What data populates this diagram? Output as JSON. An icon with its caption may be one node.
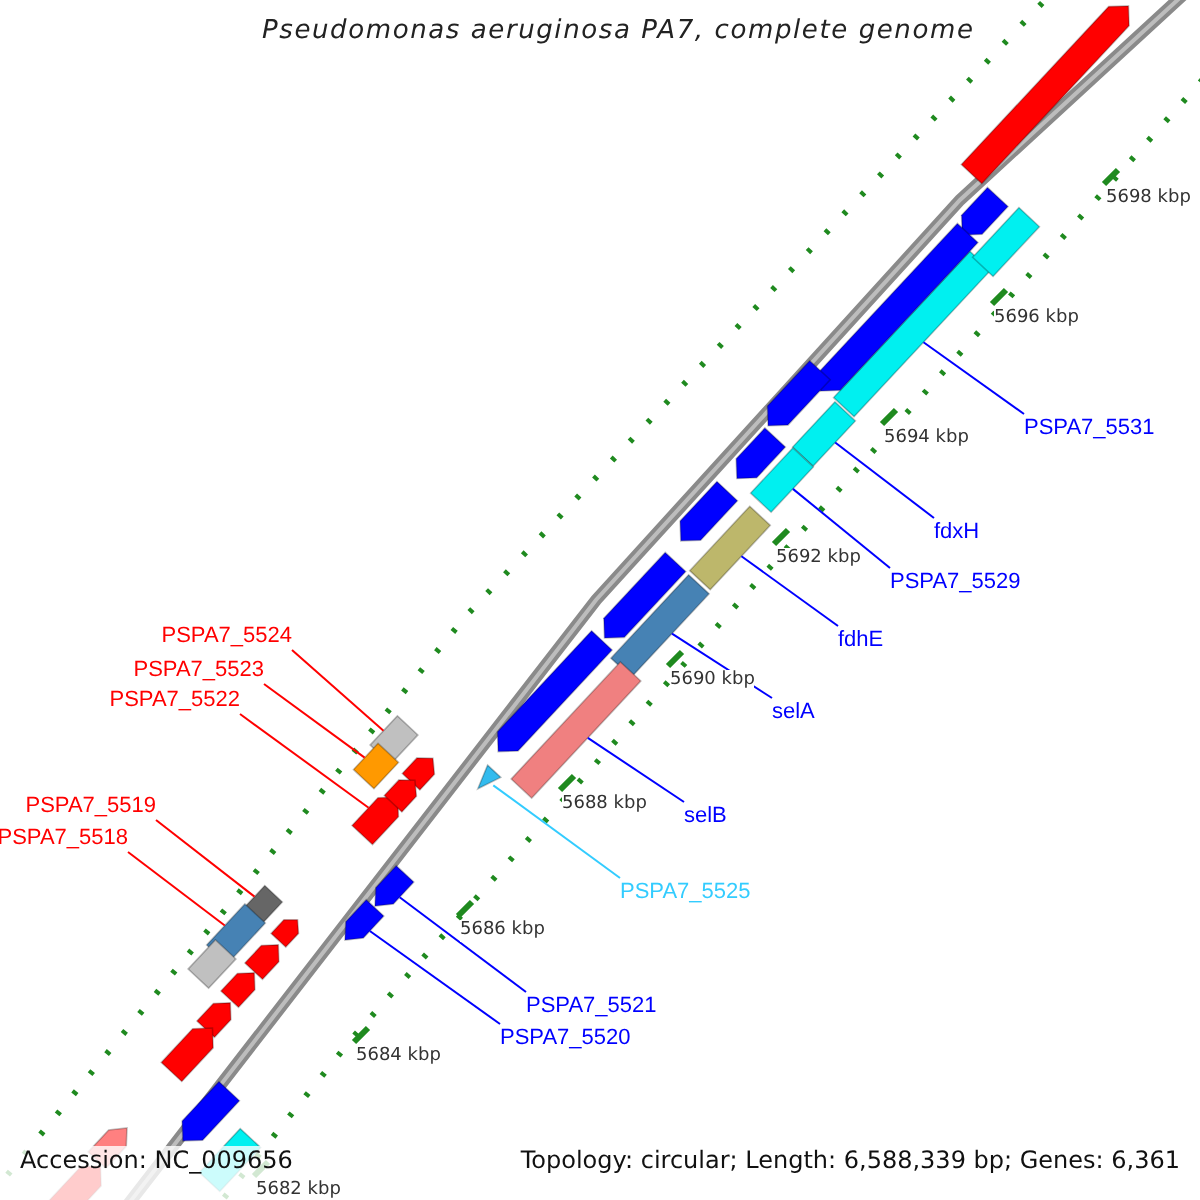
{
  "diagram": {
    "title": "Pseudomonas aeruginosa PA7, complete genome",
    "nodes": [
      {
        "text": [
          "PSPA7_5531"
        ]
      },
      {
        "text": [],
        "shape": "bar"
      },
      {
        "text": [
          "fdxH"
        ]
      },
      {
        "text": [],
        "shape": "bar"
      },
      {
        "text": [
          "PSPA7_5529"
        ]
      },
      {
        "text": [],
        "shape": "bar"
      },
      {
        "text": [
          "fdhE"
        ]
      },
      {
        "text": [],
        "shape": "bar"
      },
      {
        "text": [
          "selA"
        ]
      },
      {
        "text": [],
        "shape": "bar"
      },
      {
        "text": [
          "PSPA7_5524"
        ]
      },
      {
        "text": [],
        "shape": "bar"
      },
      {
        "text": [
          "PSPA7_5523"
        ]
      },
      {
        "text": [],
        "shape": "bar"
      },
      {
        "text": [
          "PSPA7_5522"
        ]
      },
      {
        "text": [],
        "shape": "pentagon"
      },
      {
        "text": [
          "selB"
        ]
      },
      {
        "text": [],
        "shape": "bar"
      },
      {
        "text": [
          "PSPA7_5519"
        ]
      },
      {
        "text": [],
        "shape": "bar"
      },
      {
        "text": [
          "PSPA7_5518"
        ]
      },
      {
        "text": [],
        "shape": "bar"
      },
      {
        "text": [
          "PSPA7_5525"
        ]
      },
      {
        "text": [],
        "shape": "triangle"
      },
      {
        "text": [
          "PSPA7_5521"
        ]
      },
      {
        "text": [],
        "shape": "pentagon"
      },
      {
        "text": [
          "PSPA7_5520"
        ]
      },
      {
        "text": [],
        "shape": "pentagon"
      },
      {
        "text": [],
        "shape": "pentagon"
      },
      {
        "text": [],
        "shape": "pentagon"
      },
      {
        "text": [],
        "shape": "bar"
      },
      {
        "text": [],
        "shape": "pentagon"
      },
      {
        "text": [],
        "shape": "pentagon"
      },
      {
        "text": [],
        "shape": "pentagon"
      },
      {
        "text": [],
        "shape": "pentagon"
      },
      {
        "text": [],
        "shape": "pentagon"
      },
      {
        "text": [],
        "shape": "pentagon"
      },
      {
        "text": [],
        "shape": "pentagon"
      },
      {
        "text": [],
        "shape": "pentagon"
      },
      {
        "text": [],
        "shape": "pentagon"
      },
      {
        "text": [],
        "shape": "pentagon"
      },
      {
        "text": [],
        "shape": "bar"
      },
      {
        "text": [],
        "shape": "pentagon"
      },
      {
        "text": [],
        "shape": "pentagon"
      },
      {
        "text": [],
        "shape": "pentagon"
      },
      {
        "text": [],
        "shape": "pentagon"
      },
      {
        "text": [],
        "shape": "pentagon"
      },
      {
        "text": [],
        "shape": "bar"
      },
      {
        "text": [],
        "shape": "pentagon"
      }
    ],
    "edges": [
      {
        "from": 0,
        "to": 1,
        "arrow": "none"
      },
      {
        "from": 2,
        "to": 3,
        "arrow": "none"
      },
      {
        "from": 4,
        "to": 5,
        "arrow": "none"
      },
      {
        "from": 6,
        "to": 7,
        "arrow": "none"
      },
      {
        "from": 8,
        "to": 9,
        "arrow": "none"
      },
      {
        "from": 10,
        "to": 11,
        "arrow": "none",
        "color": "#ff0000"
      },
      {
        "from": 12,
        "to": 13,
        "arrow": "none",
        "color": "#ff0000"
      },
      {
        "from": 14,
        "to": 15,
        "arrow": "none",
        "color": "#ff0000"
      },
      {
        "from": 16,
        "to": 17,
        "arrow": "none"
      },
      {
        "from": 18,
        "to": 19,
        "arrow": "none",
        "color": "#ff0000"
      },
      {
        "from": 20,
        "to": 21,
        "arrow": "none",
        "color": "#ff0000"
      },
      {
        "from": 22,
        "to": 23,
        "arrow": "none",
        "color": "#33ccff"
      },
      {
        "from": 24,
        "to": 25,
        "arrow": "none"
      },
      {
        "from": 26,
        "to": 27,
        "arrow": "none"
      }
    ],
    "labels": [
      "5698 kbp",
      "5696 kbp",
      "5694 kbp",
      "5692 kbp",
      "5690 kbp",
      "5688 kbp",
      "5686 kbp",
      "5684 kbp",
      "5682 kbp",
      "Accession: NC_009656",
      "Topology: circular; Length: 6,588,339 bp; Genes: 6,361"
    ]
  }
}
